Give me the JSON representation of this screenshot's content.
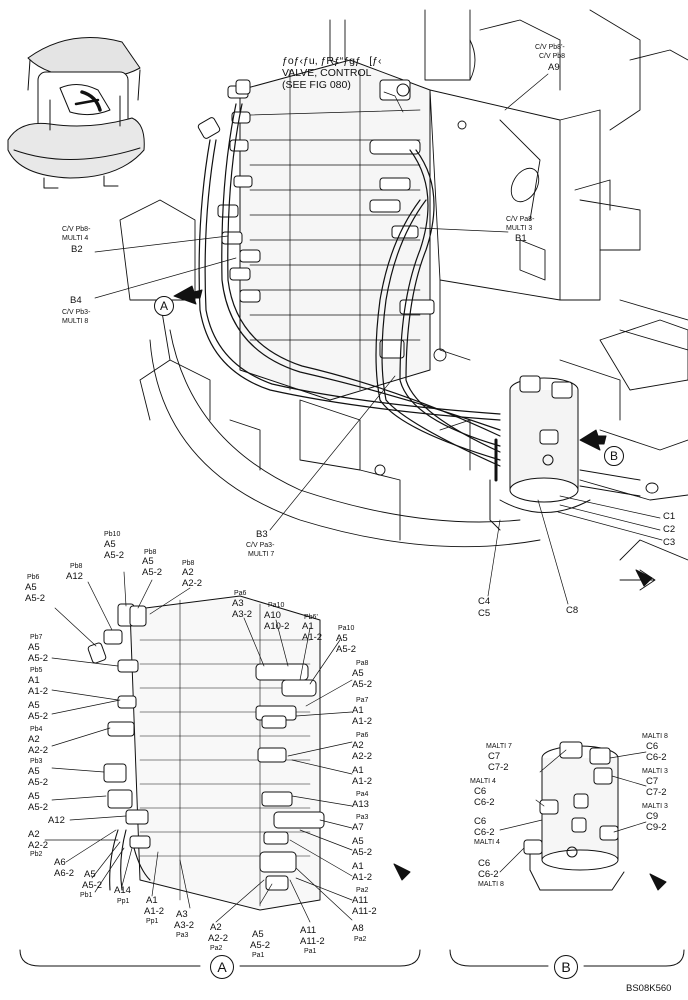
{
  "header": {
    "garbled": "ƒoƒ‹ƒu, ƒRƒ“ƒgƒ[ƒ‹",
    "title": "VALVE, CONTROL",
    "see": "(SEE FIG 080)"
  },
  "top": {
    "a9": {
      "sub1": "C/V Pb8'-",
      "sub2": "C/V Pb8",
      "code": "A9"
    },
    "b1": {
      "sub1": "C/V Pa8-",
      "sub2": "MULTI 3",
      "code": "B1"
    },
    "b2": {
      "sub1": "C/V Pb8-",
      "sub2": "MULTI 4",
      "code": "B2"
    },
    "b4": {
      "code": "B4",
      "sub1": "C/V Pb3-",
      "sub2": "MULTI 8"
    },
    "b3": {
      "code": "B3",
      "sub1": "C/V Pa3-",
      "sub2": "MULTI 7"
    },
    "c1": "C1",
    "c2": "C2",
    "c3": "C3",
    "c4": "C4",
    "c5": "C5",
    "c8": "C8"
  },
  "view_a_left": {
    "pb10": [
      "Pb10",
      "A5",
      "A5-2"
    ],
    "pb8a": [
      "Pb8",
      "A5",
      "A5-2"
    ],
    "pb8b": [
      "Pb8",
      "A2",
      "A2-2"
    ],
    "pb8c": [
      "Pb8",
      "A12"
    ],
    "pb6": [
      "Pb6",
      "A5",
      "A5-2"
    ],
    "pb7": [
      "Pb7",
      "A5",
      "A5-2"
    ],
    "pb5": [
      "Pb5",
      "A1",
      "A1-2"
    ],
    "a5": [
      "A5",
      "A5-2"
    ],
    "pb4": [
      "Pb4",
      "A2",
      "A2-2"
    ],
    "pb3": [
      "Pb3",
      "A5",
      "A5-2"
    ],
    "a5b": [
      "A5",
      "A5-2"
    ],
    "a12": "A12",
    "pb2": [
      "A2",
      "A2-2",
      "Pb2"
    ],
    "a6": [
      "A6",
      "A6-2"
    ],
    "a5c": [
      "A5",
      "A5-2"
    ],
    "pb1": "Pb1",
    "a14": [
      "A14",
      "Pp1"
    ],
    "a1": [
      "A1",
      "A1-2",
      "Pp1"
    ],
    "a3": [
      "A3",
      "A3-2",
      "Pa3"
    ],
    "a2": [
      "A2",
      "A2-2",
      "Pa2"
    ],
    "a5d": [
      "A5",
      "A5-2",
      "Pa1"
    ]
  },
  "view_a_right": {
    "pa6": [
      "Pa6",
      "A3",
      "A3-2"
    ],
    "pa10": [
      "Pa10",
      "A10",
      "A10-2"
    ],
    "pb6p": [
      "Pb6'",
      "A1",
      "A1-2"
    ],
    "pa10b": [
      "Pa10",
      "A5",
      "A5-2"
    ],
    "pa8": [
      "Pa8",
      "A5",
      "A5-2"
    ],
    "pa7": [
      "Pa7",
      "A1",
      "A1-2"
    ],
    "pa6b": [
      "Pa6",
      "A2",
      "A2-2"
    ],
    "a1r": [
      "A1",
      "A1-2"
    ],
    "pa4": [
      "Pa4",
      "A13"
    ],
    "pa3": [
      "Pa3",
      "A7"
    ],
    "a5r": [
      "A5",
      "A5-2"
    ],
    "a1r2": [
      "A1",
      "A1-2"
    ],
    "pa2": [
      "Pa2",
      "A11",
      "A11-2"
    ],
    "a11": [
      "A11",
      "A11-2",
      "Pa1"
    ],
    "a8": [
      "A8",
      "Pa2"
    ]
  },
  "view_b": {
    "m8": [
      "MALTI 8",
      "C6",
      "C6-2"
    ],
    "m7": [
      "MALTI 7",
      "C7",
      "C7-2"
    ],
    "m3": [
      "MALTI 3",
      "C7",
      "C7-2"
    ],
    "m4": [
      "MALTI 4",
      "C6",
      "C6-2"
    ],
    "m3b": [
      "MALTI 3",
      "C9",
      "C9-2"
    ],
    "m4b": [
      "C6",
      "C6-2",
      "MALTI 4"
    ],
    "m8b": [
      "C6",
      "C6-2",
      "MALTI 8"
    ]
  },
  "callouts": {
    "a": "A",
    "b": "B",
    "view_a": "A",
    "view_b": "B"
  },
  "figure_id": "BS08K560"
}
